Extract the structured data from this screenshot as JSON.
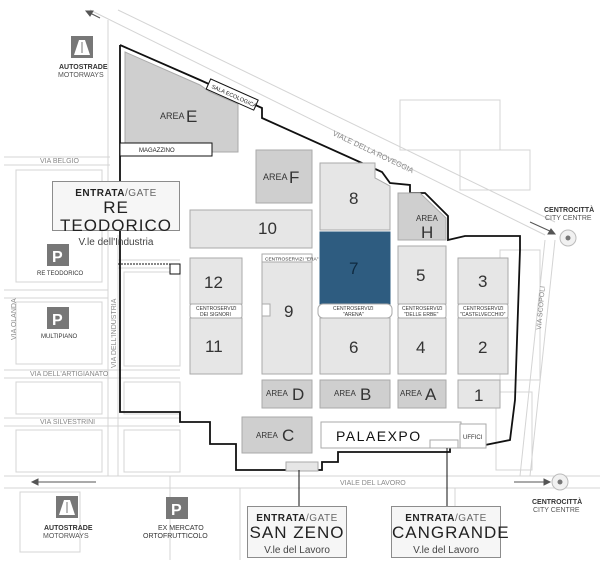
{
  "labels": {
    "motorways_top_l1": "AUTOSTRADE",
    "motorways_top_l2": "MOTORWAYS",
    "motorways_bottom_l1": "AUTOSTRADE",
    "motorways_bottom_l2": "MOTORWAYS",
    "ex_mercato_l1": "EX MERCATO",
    "ex_mercato_l2": "ORTOFRUTTICOLO",
    "re_teodorico_parking": "RE TEODORICO",
    "multipiano": "MULTIPIANO",
    "centro_right_l1": "CENTROCITTÀ",
    "centro_right_l2": "CITY CENTRE",
    "centro_bottom_l1": "CENTROCITTÀ",
    "centro_bottom_l2": "CITY CENTRE",
    "parking_glyph": "P",
    "sala_ecologica": "SALA ECOLOGICA",
    "magazzino": "MAGAZZINO",
    "uffici": "UFFICI",
    "palaexpo": "PALAEXPO"
  },
  "streets": {
    "belgio": "VIA BELGIO",
    "olanda": "VIA OLANDA",
    "industria": "VIA DELL'INDUSTRIA",
    "artigianato": "VIA DELL'ARTIGIANATO",
    "silvestrini": "VIA SILVESTRINI",
    "roveggia": "VIALE DELLA ROVEGGIA",
    "lavoro": "VIALE DEL LAVORO",
    "scopoli": "VIA SCOPOLI"
  },
  "halls": {
    "h1": "1",
    "h2": "2",
    "h3": "3",
    "h4": "4",
    "h5": "5",
    "h6": "6",
    "h7": "7",
    "h8": "8",
    "h9": "9",
    "h10": "10",
    "h11": "11",
    "h12": "12"
  },
  "areas": {
    "prefix": "AREA",
    "a": "A",
    "b": "B",
    "c": "C",
    "d": "D",
    "e": "E",
    "f": "F",
    "h": "H"
  },
  "servizi": {
    "cs1": "CENTROSERVIZI \"ERA\"",
    "cs2_l1": "CENTROSERVIZI",
    "cs2_l2": "DEI SIGNORI",
    "cs3_l1": "CENTROSERVIZI",
    "cs3_l2": "\"ARENA\"",
    "cs4_l1": "CENTROSERVIZI",
    "cs4_l2": "\"DELLE ERBE\"",
    "cs5_l1": "CENTROSERVIZI",
    "cs5_l2": "\"CASTELVECCHIO\""
  },
  "gates": {
    "re_teodorico": {
      "entrata": "ENTRATA",
      "sep": "/",
      "gate": "GATE",
      "name": "RE TEODORICO",
      "street": "V.le dell'Industria"
    },
    "san_zeno": {
      "entrata": "ENTRATA",
      "sep": "/",
      "gate": "GATE",
      "name": "SAN ZENO",
      "street": "V.le del Lavoro"
    },
    "cangrande": {
      "entrata": "ENTRATA",
      "sep": "/",
      "gate": "GATE",
      "name": "CANGRANDE",
      "street": "V.le del Lavoro"
    }
  },
  "colors": {
    "hall": "#e6e6e6",
    "area": "#cfcfcf",
    "highlight": "#2e5c80",
    "road": "#d2d2d2",
    "boundary": "#111111"
  },
  "icons": [
    "motorway-icon",
    "parking-icon",
    "centro-citta-icon",
    "arrow-icon"
  ]
}
